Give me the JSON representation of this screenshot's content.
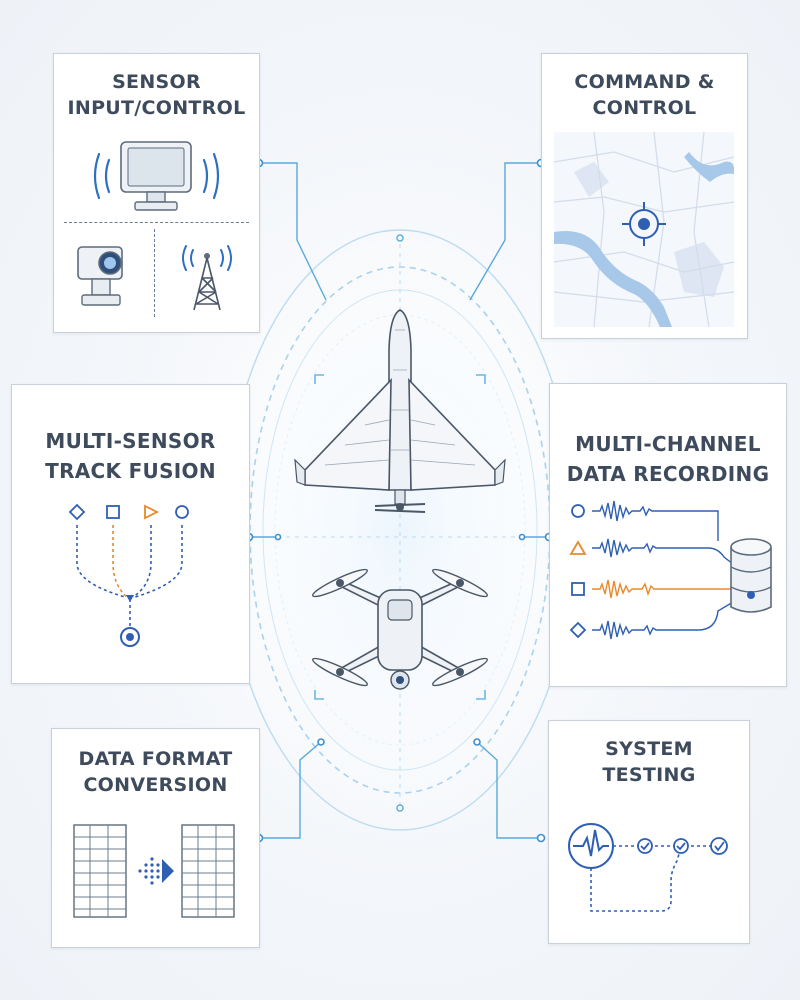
{
  "panels": {
    "sensor_input": {
      "title_line1": "SENSOR",
      "title_line2": "INPUT/CONTROL"
    },
    "command_control": {
      "title_line1": "COMMAND &",
      "title_line2": "CONTROL"
    },
    "track_fusion": {
      "title_line1": "MULTI-SENSOR",
      "title_line2": "TRACK FUSION"
    },
    "data_recording": {
      "title_line1": "MULTI-CHANNEL",
      "title_line2": "DATA RECORDING"
    },
    "format_conversion": {
      "title_line1": "DATA FORMAT",
      "title_line2": "CONVERSION"
    },
    "system_testing": {
      "title_line1": "SYSTEM",
      "title_line2": "TESTING"
    }
  },
  "colors": {
    "accent_blue": "#2f5fb3",
    "accent_orange": "#e8892b",
    "connector_teal": "#4aa3d8",
    "panel_border": "#c9d0da",
    "title_text": "#3e4b5c",
    "line_art": "#5d6b7c"
  },
  "icons": {
    "sensor_input": [
      "display-unit-icon",
      "camera-turret-icon",
      "radio-tower-icon"
    ],
    "command_control": [
      "map-target-icon"
    ],
    "track_fusion": [
      "diamond-icon",
      "square-icon",
      "triangle-icon",
      "circle-icon",
      "fused-track-icon"
    ],
    "data_recording": [
      "circle-icon",
      "triangle-icon",
      "square-icon",
      "diamond-icon",
      "database-icon"
    ],
    "format_conversion": [
      "data-table-icon",
      "arrow-right-icon",
      "data-table-icon"
    ],
    "system_testing": [
      "heartbeat-icon",
      "check-icon",
      "check-icon",
      "check-icon"
    ],
    "center": [
      "fixed-wing-drone-icon",
      "quadcopter-drone-icon"
    ]
  }
}
